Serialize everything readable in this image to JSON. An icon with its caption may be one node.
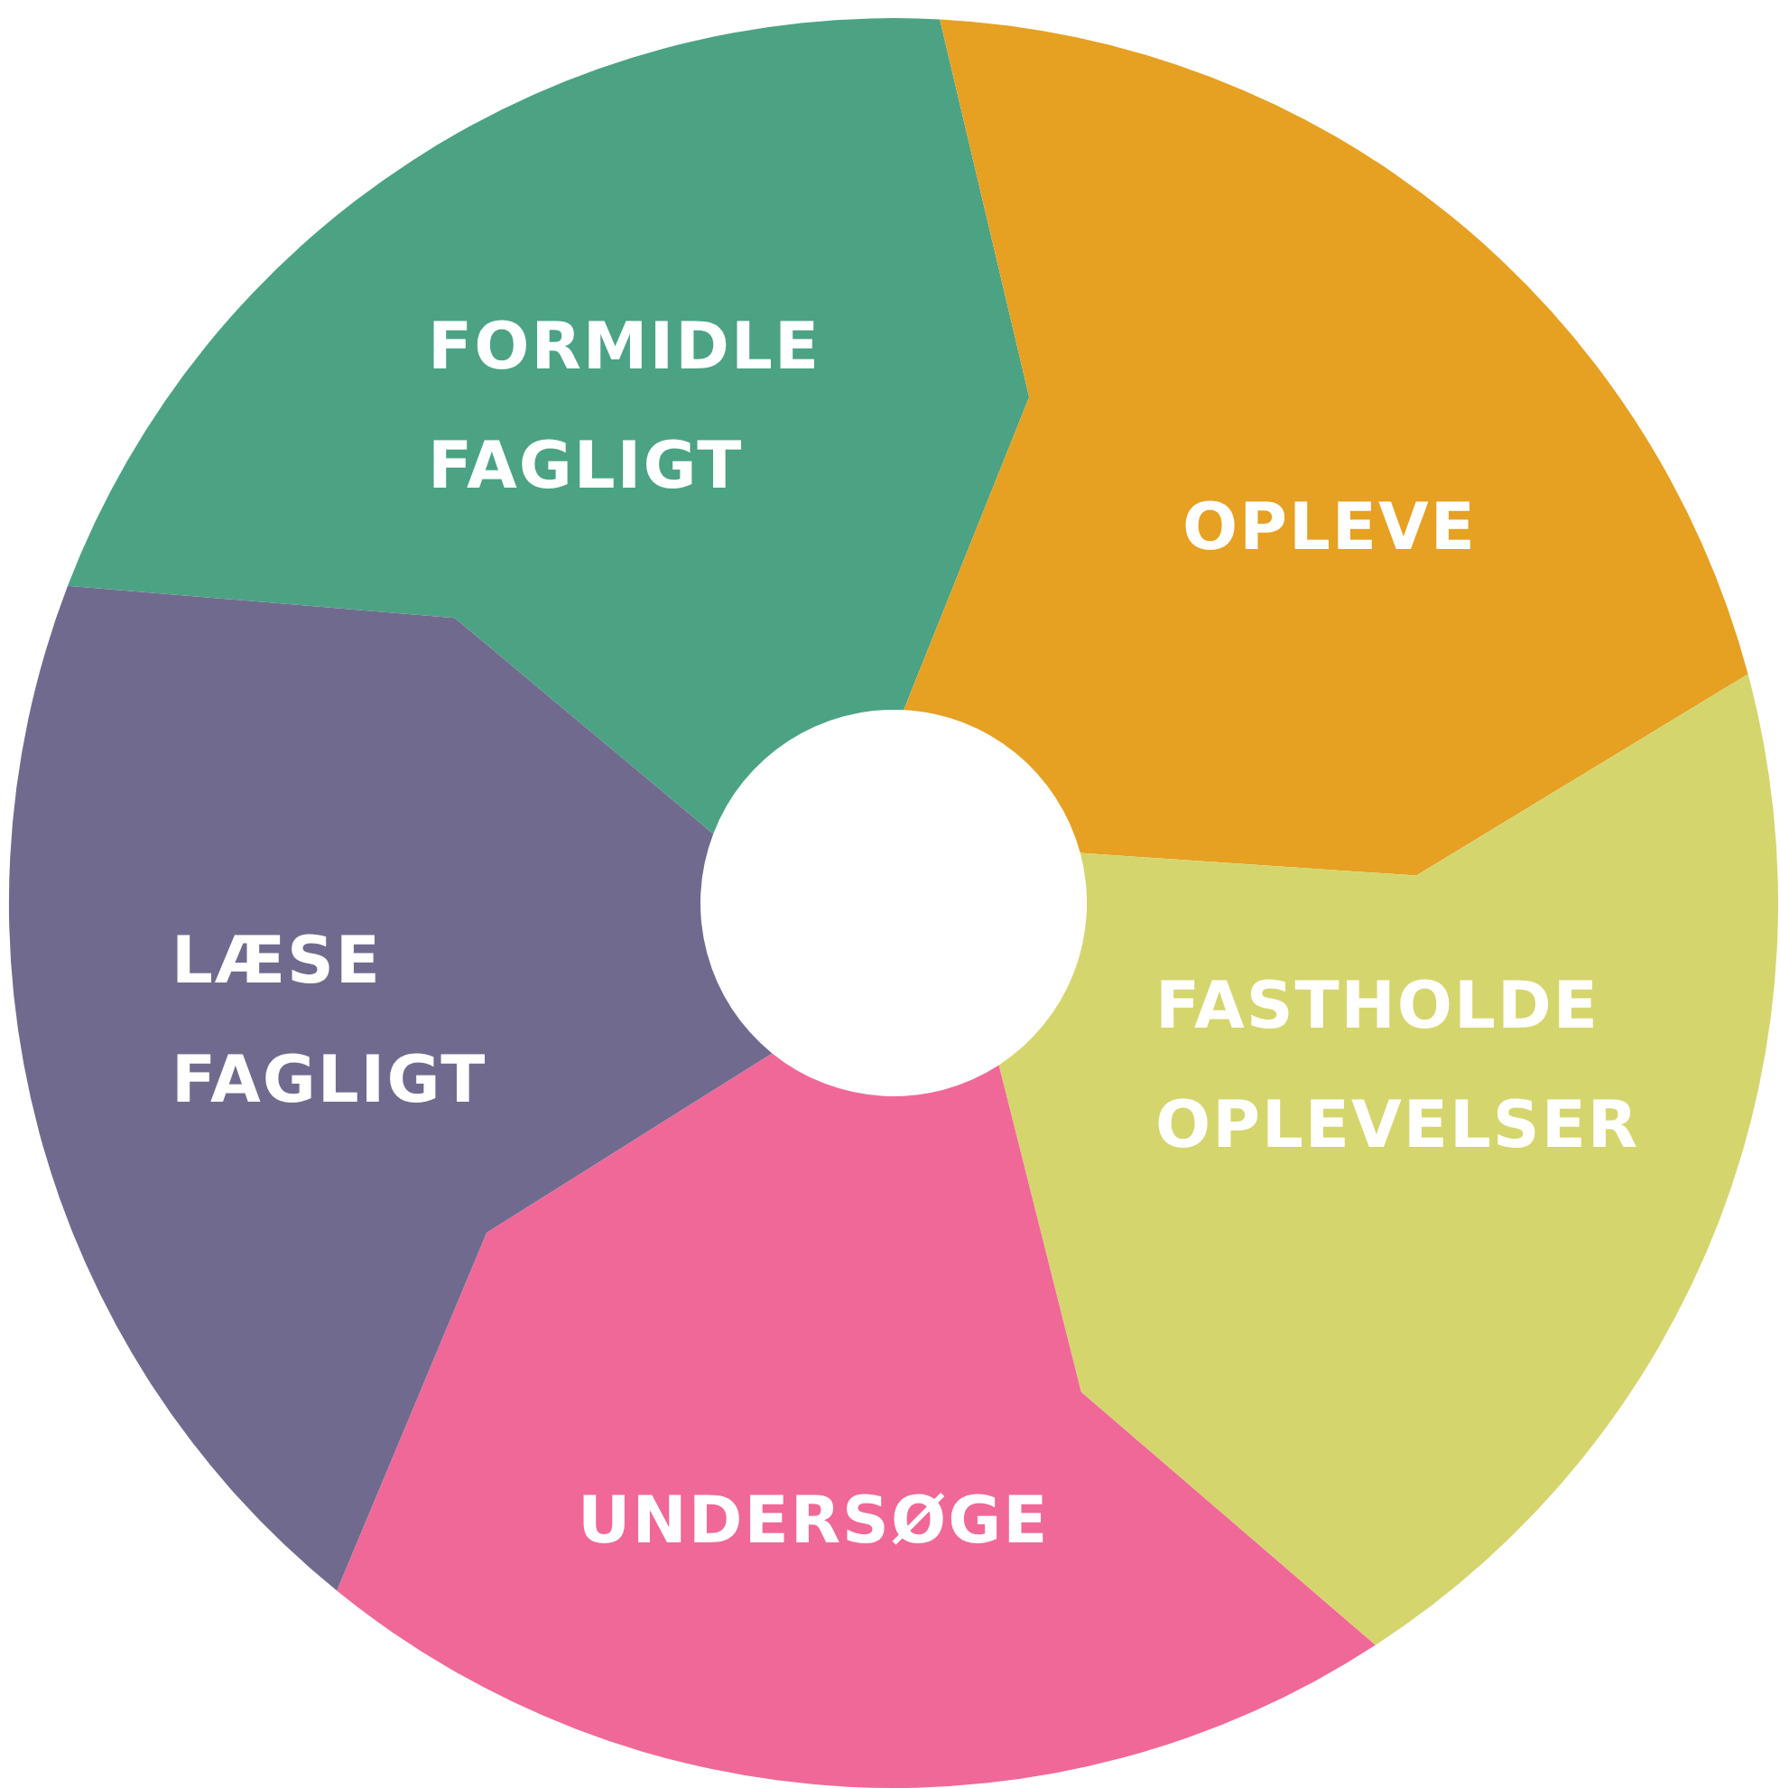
{
  "diagram": {
    "nodes": [
      {
        "text": [
          "FORMIDLE FAGLIGT"
        ]
      },
      {
        "text": [
          "OPLEVE"
        ]
      },
      {
        "text": [
          "FASTHOLDE OPLEVELSER"
        ]
      },
      {
        "text": [
          "UNDERSØGE"
        ]
      },
      {
        "text": [
          "LÆSE FAGLIGT"
        ]
      }
    ],
    "edges": []
  }
}
